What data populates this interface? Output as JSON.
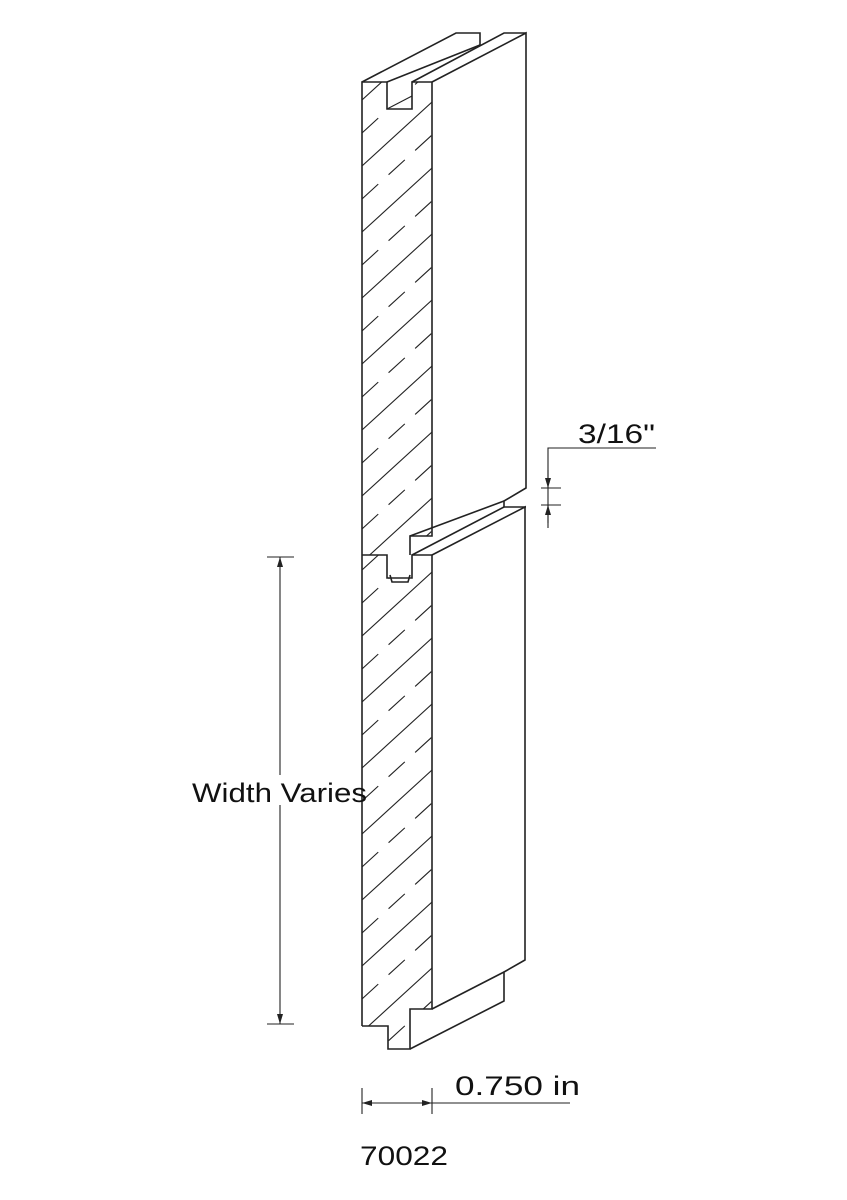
{
  "drawing": {
    "part_number": "70022",
    "dimensions": {
      "gap": "3/16\"",
      "width": "Width Varies",
      "thickness": "0.750 in"
    },
    "line_color": "#222222",
    "background": "#ffffff"
  }
}
